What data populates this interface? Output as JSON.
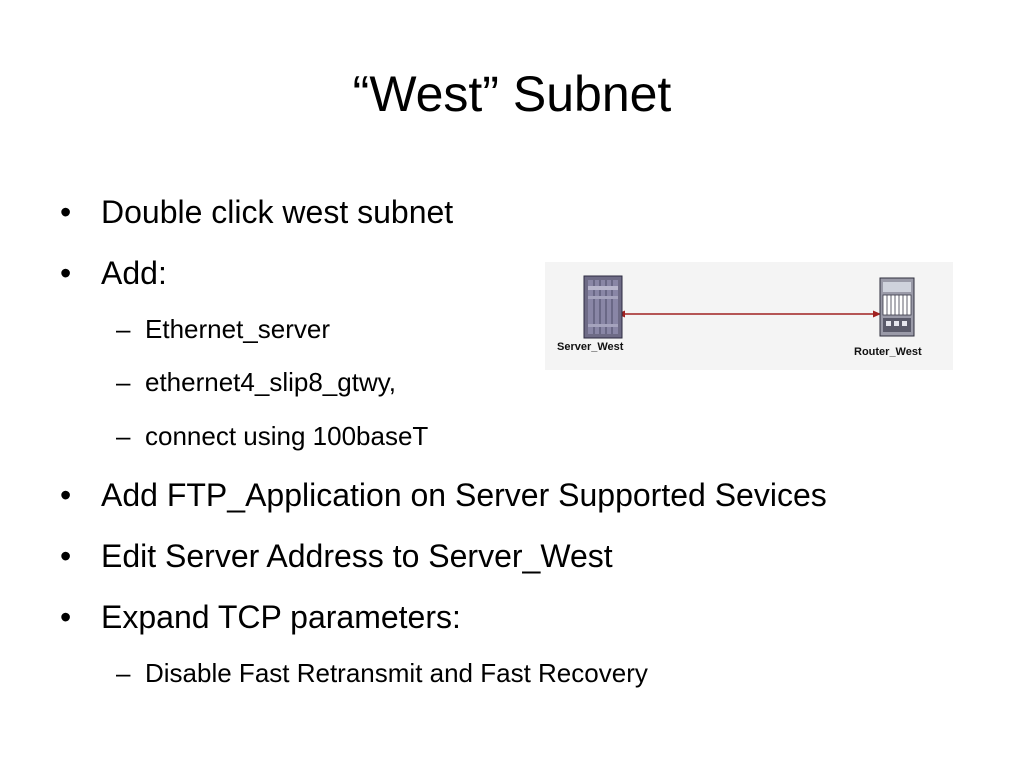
{
  "slide": {
    "title": "“West” Subnet",
    "bullets": [
      {
        "text": "Double click west subnet"
      },
      {
        "text": "Add:"
      },
      {
        "text": "Ethernet_server"
      },
      {
        "text": "ethernet4_slip8_gtwy,"
      },
      {
        "text": "connect using 100baseT"
      },
      {
        "text": "Add FTP_Application on Server Supported Sevices"
      },
      {
        "text": "Edit Server Address to Server_West"
      },
      {
        "text": "Expand TCP parameters:"
      },
      {
        "text": "Disable Fast Retransmit and Fast Recovery"
      }
    ],
    "bullet_glyph": "•",
    "dash_glyph": "–"
  },
  "diagram": {
    "server_label": "Server_West",
    "router_label": "Router_West",
    "server_icon": "server-tower-icon",
    "router_icon": "router-chassis-icon",
    "link_color": "#a02020"
  }
}
